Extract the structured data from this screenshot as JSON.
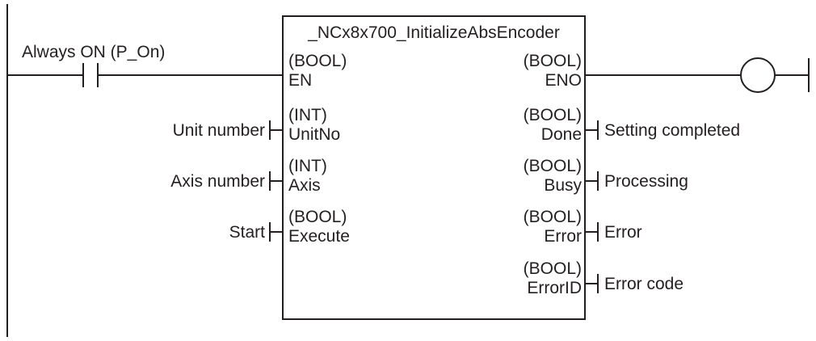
{
  "block": {
    "name": "_NCx8x700_InitializeAbsEncoder"
  },
  "contact": {
    "label": "Always ON (P_On)"
  },
  "inputs": [
    {
      "type": "(BOOL)",
      "name": "EN",
      "variable": ""
    },
    {
      "type": "(INT)",
      "name": "UnitNo",
      "variable": "Unit number"
    },
    {
      "type": "(INT)",
      "name": "Axis",
      "variable": "Axis number"
    },
    {
      "type": "(BOOL)",
      "name": "Execute",
      "variable": "Start"
    }
  ],
  "outputs": [
    {
      "type": "(BOOL)",
      "name": "ENO",
      "variable": ""
    },
    {
      "type": "(BOOL)",
      "name": "Done",
      "variable": "Setting completed"
    },
    {
      "type": "(BOOL)",
      "name": "Busy",
      "variable": "Processing"
    },
    {
      "type": "(BOOL)",
      "name": "Error",
      "variable": "Error"
    },
    {
      "type": "(BOOL)",
      "name": "ErrorID",
      "variable": "Error code"
    }
  ],
  "colors": {
    "line": "#231f20",
    "background": "#ffffff"
  }
}
